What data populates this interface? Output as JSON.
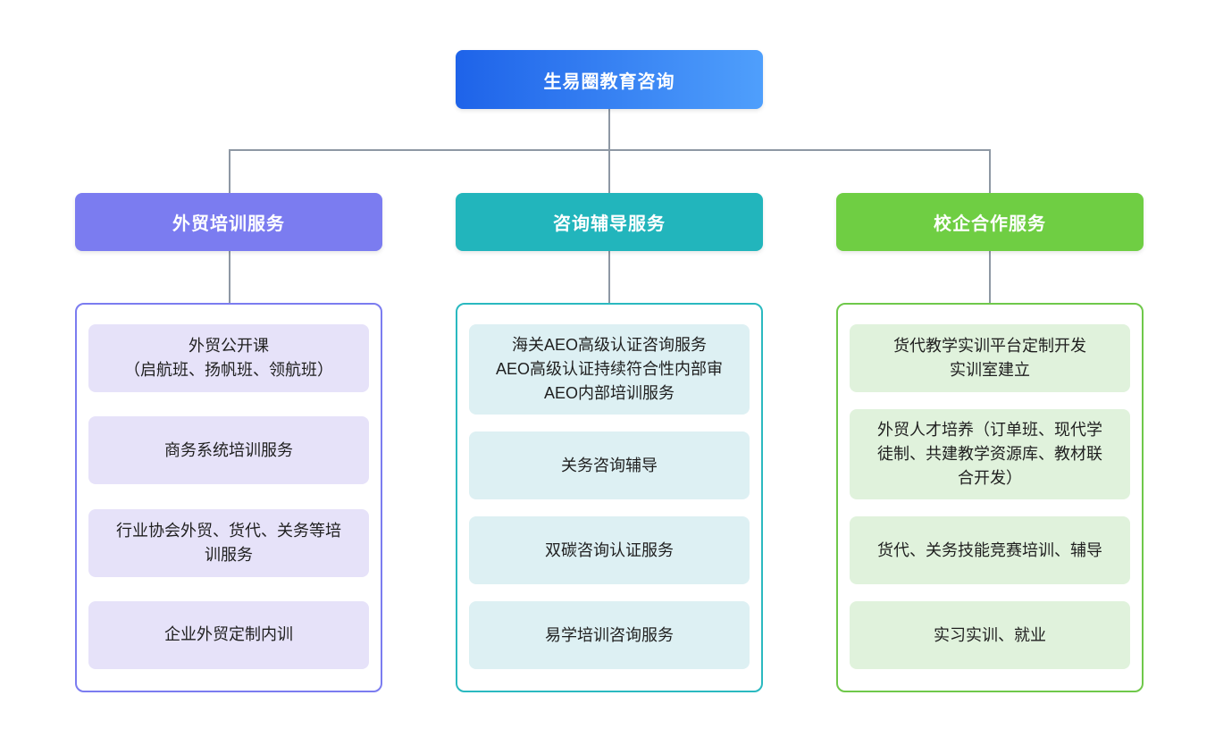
{
  "page": {
    "background_color": "#ffffff",
    "connector_color": "#8e98a4"
  },
  "root": {
    "label": "生易圈教育咨询",
    "gradient_start": "#1e63e9",
    "gradient_end": "#4f9ffc",
    "text_color": "#ffffff"
  },
  "branches": [
    {
      "label": "外贸培训服务",
      "color": "#7b7cf0",
      "item_background": "#e6e2f9",
      "items": [
        "外贸公开课\n（启航班、扬帆班、领航班）",
        "商务系统培训服务",
        "行业协会外贸、货代、关务等培\n训服务",
        "企业外贸定制内训"
      ]
    },
    {
      "label": "咨询辅导服务",
      "color": "#22b5bc",
      "item_background": "#ddf0f3",
      "items": [
        "海关AEO高级认证咨询服务\nAEO高级认证持续符合性内部审\nAEO内部培训服务",
        "关务咨询辅导",
        "双碳咨询认证服务",
        "易学培训咨询服务"
      ]
    },
    {
      "label": "校企合作服务",
      "color": "#6fce43",
      "item_background": "#e0f2dc",
      "items": [
        "货代教学实训平台定制开发\n实训室建立",
        "外贸人才培养（订单班、现代学\n徒制、共建教学资源库、教材联\n合开发）",
        "货代、关务技能竞赛培训、辅导",
        "实习实训、就业"
      ]
    }
  ]
}
